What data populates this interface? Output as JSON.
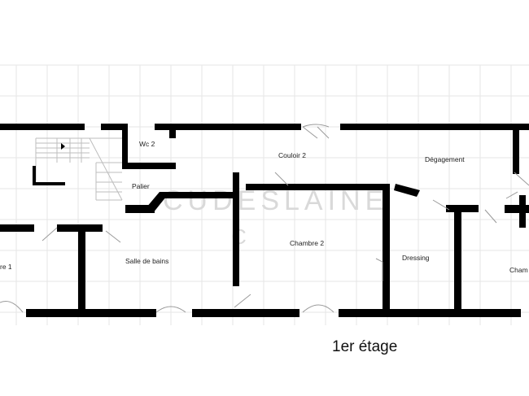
{
  "plan": {
    "floor_label": "1er étage",
    "watermark": "CUDESLAINE",
    "watermark_sub": "C",
    "rooms": {
      "wc": "Wc 2",
      "couloir": "Couloir 2",
      "degagement": "Dégagement",
      "palier": "Palier",
      "chambre1": "re 1",
      "salle_bains": "Salle de bains",
      "chambre2": "Chambre 2",
      "dressing": "Dressing",
      "chambre3": "Cham"
    }
  }
}
